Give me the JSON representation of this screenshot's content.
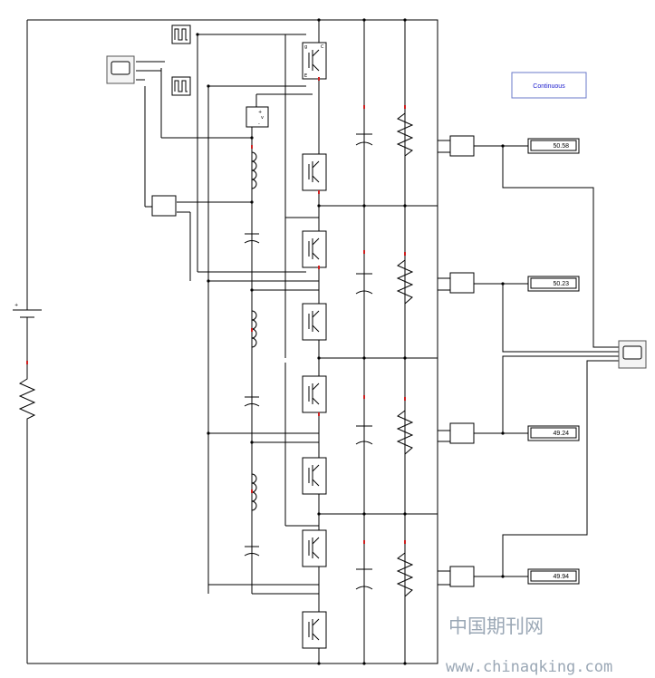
{
  "powergui": {
    "label": "Continuous"
  },
  "displays": [
    {
      "value": "50.58"
    },
    {
      "value": "50.23"
    },
    {
      "value": "49.24"
    },
    {
      "value": "49.94"
    }
  ],
  "voltage_sensor": {
    "plus": "+",
    "minus": "-",
    "out": "v"
  },
  "switch_port": {
    "gate": "g",
    "collector": "C",
    "emitter": "E"
  },
  "dc_source": {
    "plus": "+"
  },
  "watermark": {
    "cn": "中国期刊网",
    "url": "www.chinaqking.com"
  }
}
